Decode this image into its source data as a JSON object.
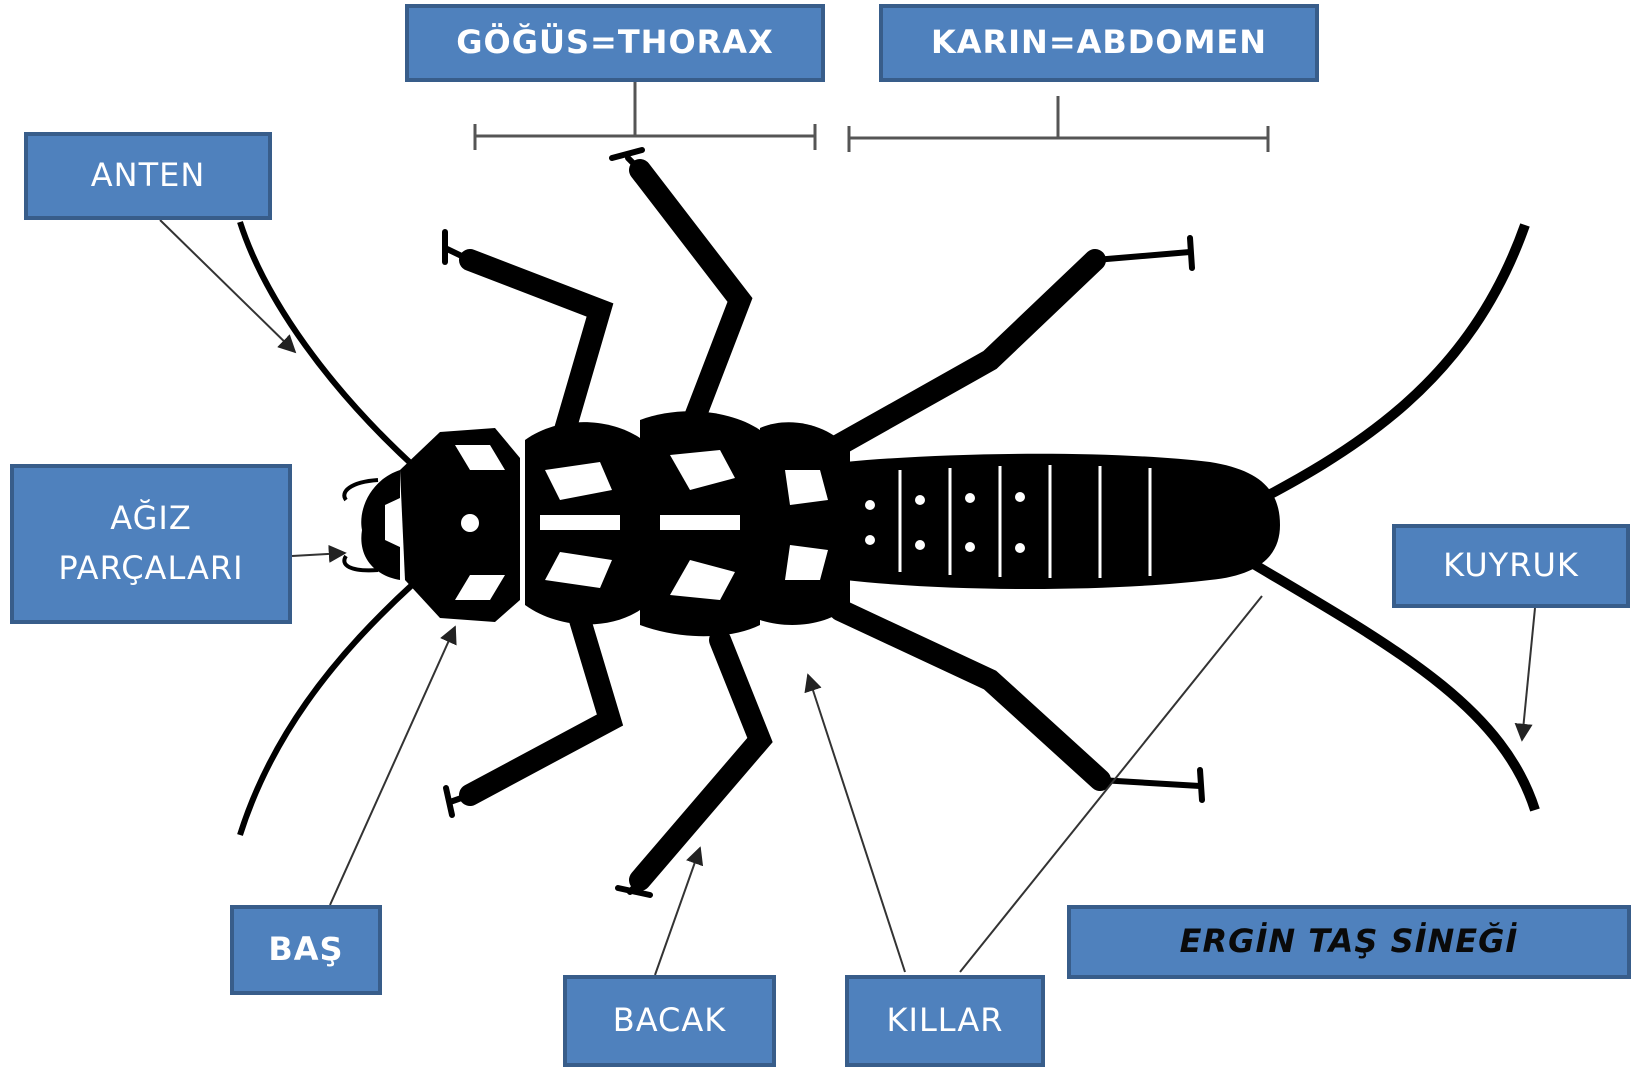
{
  "labels": {
    "thorax": "GÖĞÜS=THORAX",
    "abdomen": "KARIN=ABDOMEN",
    "antenna": "ANTEN",
    "mouthparts": "AĞIZ\nPARÇALARI",
    "tail": "KUYRUK",
    "head": "BAŞ",
    "leg": "BACAK",
    "hairs": "KILLAR",
    "title": "ERGİN TAŞ SİNEĞİ"
  },
  "colors": {
    "box_fill": "#4f81bd",
    "box_border": "#385d8a",
    "box_text": "#ffffff",
    "insect": "#000000",
    "leader_line": "#555555"
  },
  "illustration": "stonefly-adult-silhouette"
}
